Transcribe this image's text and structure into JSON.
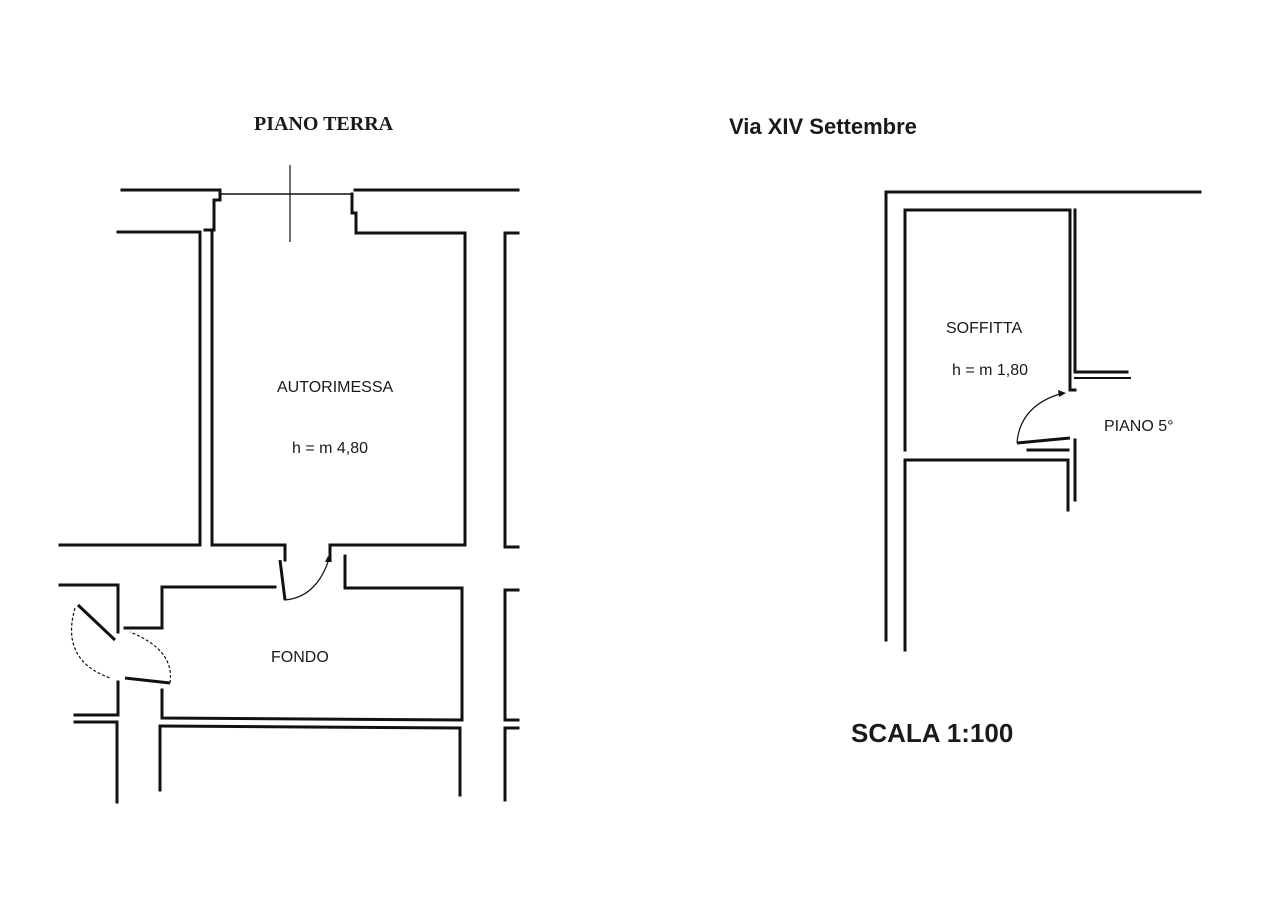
{
  "plan_left": {
    "title": "PIANO TERRA",
    "rooms": [
      {
        "name": "AUTORIMESSA",
        "height": "h = m 4,80"
      },
      {
        "name": "FONDO"
      }
    ]
  },
  "plan_right": {
    "street": "Via XIV Settembre",
    "rooms": [
      {
        "name": "SOFFITTA",
        "height": "h = m 1,80"
      }
    ],
    "floor_label": "PIANO 5°"
  },
  "scale": "SCALA 1:100",
  "colors": {
    "ink": "#111111",
    "paper": "#ffffff"
  }
}
